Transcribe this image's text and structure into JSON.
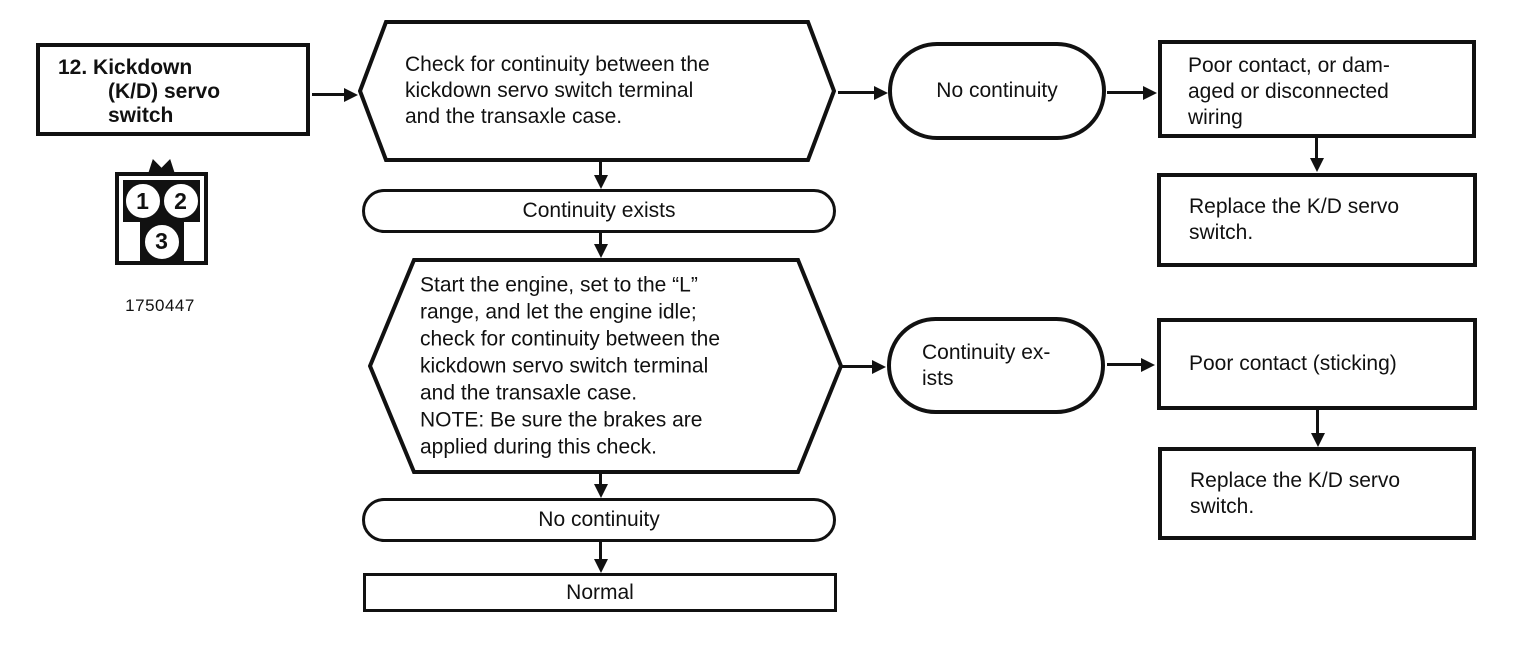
{
  "palette": {
    "ink": "#111111",
    "paper": "#ffffff"
  },
  "step": {
    "title": "12. Kickdown\n(K/D) servo\nswitch",
    "connector": {
      "pin_1": "1",
      "pin_2": "2",
      "pin_3": "3",
      "part_number": "1750447"
    }
  },
  "nodes": {
    "check_1": "Check for continuity between the\nkickdown servo switch terminal\nand the transaxle case.",
    "result_1": "No continuity",
    "cause_1": "Poor contact, or dam-\naged or disconnected\nwiring",
    "action_1": "Replace the K/D servo\nswitch.",
    "state_1": "Continuity exists",
    "check_2": "Start the engine, set to the “L”\nrange, and let the engine idle;\ncheck for continuity between the\nkickdown servo switch terminal\nand the transaxle case.\nNOTE: Be sure the brakes are\napplied during this check.",
    "result_2": "Continuity ex-\nists",
    "cause_2": "Poor contact (sticking)",
    "action_2": "Replace the K/D servo\nswitch.",
    "state_2": "No continuity",
    "final": "Normal"
  }
}
